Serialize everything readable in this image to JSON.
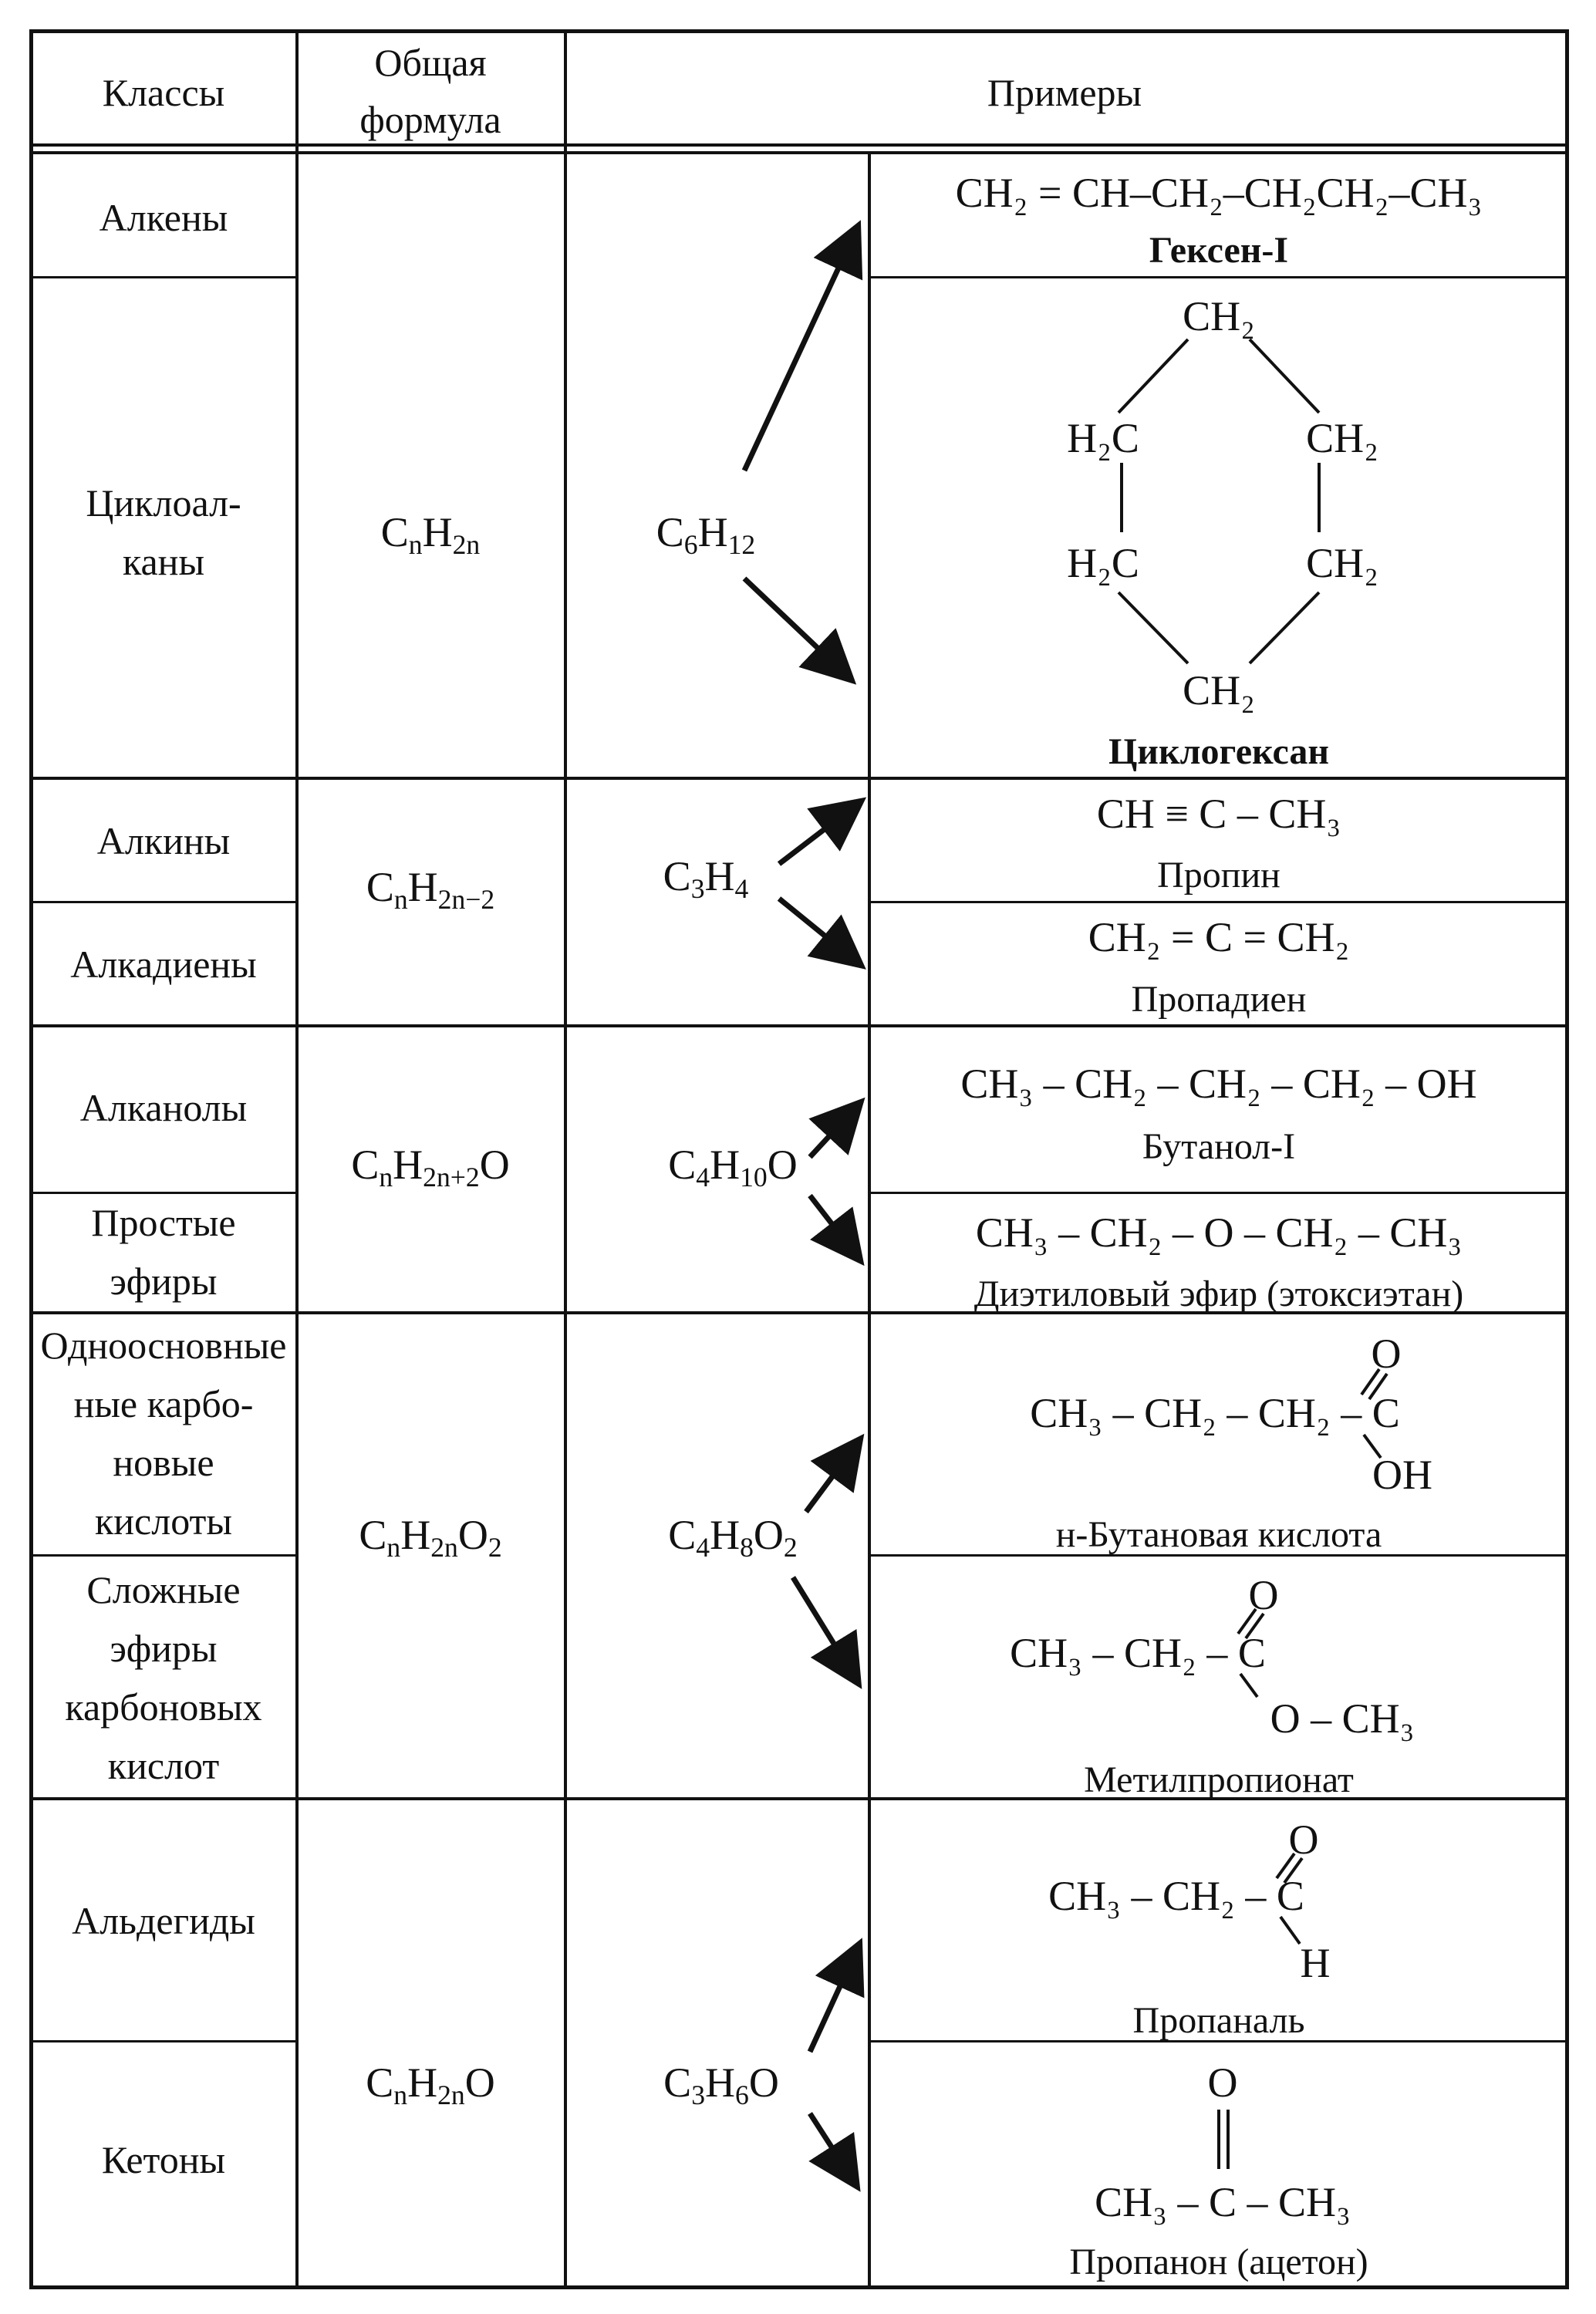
{
  "header": {
    "classes": "Классы",
    "general_formula_1": "Общая",
    "general_formula_2": "формула",
    "examples": "Примеры"
  },
  "rows": [
    {
      "classes": [
        "Алкены",
        "Циклоал-|каны"
      ],
      "general_formula": [
        "C",
        "n",
        "H",
        "2n"
      ],
      "molecular_formula": [
        "C",
        "6",
        "H",
        "12"
      ],
      "examples": [
        {
          "formula": "CH₂ = CH–CH₂–CH₂CH₂–CH₃",
          "name": "Гексен-I"
        },
        {
          "ring_atoms": [
            "CH₂",
            "H₂C",
            "CH₂",
            "H₂C",
            "CH₂",
            "CH₂"
          ],
          "name": "Циклогексан"
        }
      ]
    },
    {
      "classes": [
        "Алкины",
        "Алкадиены"
      ],
      "general_formula": [
        "C",
        "n",
        "H",
        "2n−2"
      ],
      "molecular_formula": [
        "C",
        "3",
        "H",
        "4"
      ],
      "examples": [
        {
          "formula": "CH ≡ C – CH₃",
          "name": "Пропин"
        },
        {
          "formula": "CH₂ = C = CH₂",
          "name": "Пропадиен"
        }
      ]
    },
    {
      "classes": [
        "Алканолы",
        "Простые|эфиры"
      ],
      "general_formula": [
        "C",
        "n",
        "H",
        "2n+2",
        "O"
      ],
      "molecular_formula": [
        "C",
        "4",
        "H",
        "10",
        "O"
      ],
      "examples": [
        {
          "formula": "CH₃ – CH₂ – CH₂ – CH₂ – OH",
          "name": "Бутанол-I"
        },
        {
          "formula": "CH₃ – CH₂ – O – CH₂ – CH₃",
          "name": "Диэтиловый эфир (этоксиэтан)"
        }
      ]
    },
    {
      "classes": [
        "Одноосновные|ные карбо-|новые|кислоты",
        "Сложные|эфиры|карбоновых|кислот"
      ],
      "general_formula": [
        "C",
        "n",
        "H",
        "2n",
        "O",
        "2"
      ],
      "molecular_formula": [
        "C",
        "4",
        "H",
        "8",
        "O",
        "2"
      ],
      "examples": [
        {
          "chain": "CH₃ – CH₂ – CH₂ – C",
          "top": "O",
          "bottom": "OH",
          "name": "н-Бутановая кислота"
        },
        {
          "chain": "CH₃ – CH₂ – C",
          "top": "O",
          "bottom": "O – CH₃",
          "name": "Метилпропионат"
        }
      ]
    },
    {
      "classes": [
        "Альдегиды",
        "Кетоны"
      ],
      "general_formula": [
        "C",
        "n",
        "H",
        "2n",
        "O"
      ],
      "molecular_formula": [
        "C",
        "3",
        "H",
        "6",
        "O"
      ],
      "examples": [
        {
          "chain": "CH₃ – CH₂ – C",
          "top": "O",
          "bottom": "H",
          "name": "Пропаналь"
        },
        {
          "top": "O",
          "formula": "CH₃ – C – CH₃",
          "name": "Пропанон (ацетон)"
        }
      ]
    }
  ],
  "colors": {
    "ink": "#111111",
    "background": "#ffffff"
  }
}
